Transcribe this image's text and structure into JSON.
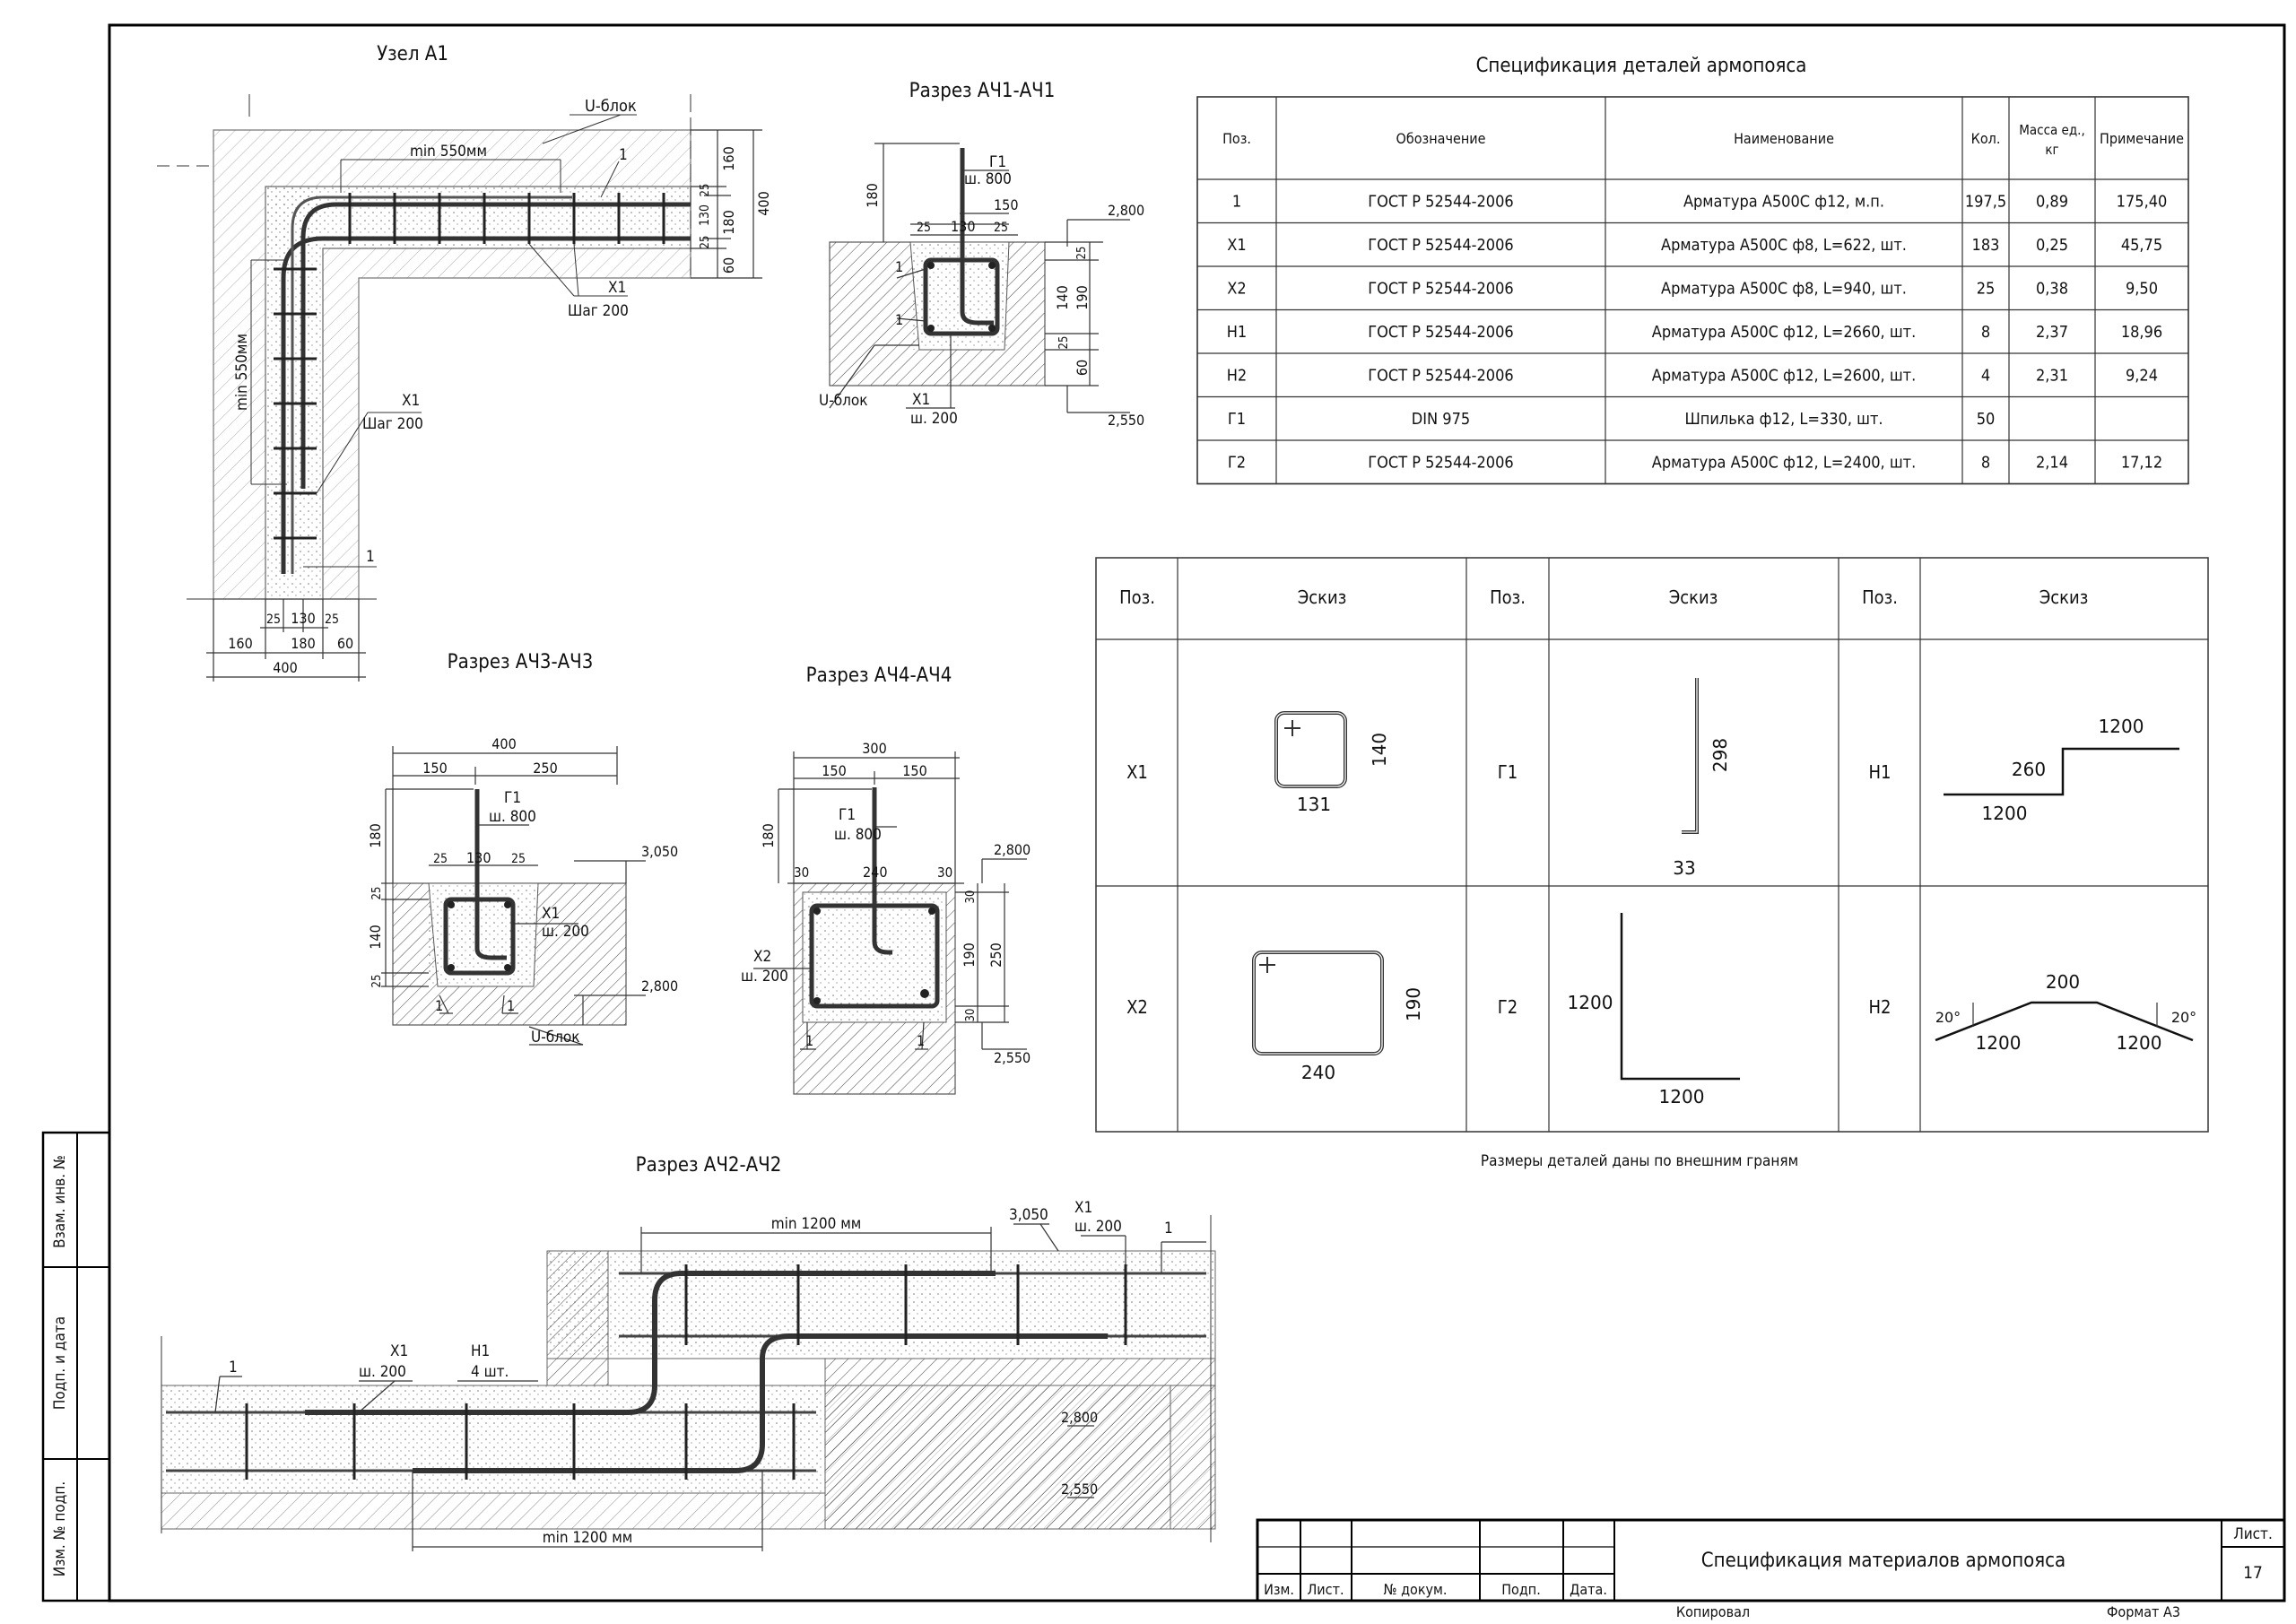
{
  "titles": {
    "uzel": "Узел А1",
    "s1": "Разрез АЧ1-АЧ1",
    "s3": "Разрез АЧ3-АЧ3",
    "s4": "Разрез АЧ4-АЧ4",
    "s2": "Разрез АЧ2-АЧ2",
    "spec": "Спецификация деталей армопояса"
  },
  "uzel": {
    "ublock": "U-блок",
    "min550h": "min 550мм",
    "min550v": "min 550мм",
    "one_a": "1",
    "one_b": "1",
    "x1_a": "Х1",
    "step_a": "Шаг 200",
    "x1_b": "Х1",
    "step_b": "Шаг 200",
    "d160": "160",
    "d400": "400",
    "d130": "130",
    "d180": "180",
    "d60": "60",
    "d25a": "25",
    "d25b": "25",
    "b25a": "25",
    "b130": "130",
    "b25b": "25",
    "b160": "160",
    "b180": "180",
    "b60": "60",
    "b400": "400"
  },
  "s1": {
    "g1": "Г1",
    "g1step": "ш. 800",
    "d180": "180",
    "d150": "150",
    "d25a": "25",
    "d130": "130",
    "d25b": "25",
    "lvl_top": "2,800",
    "lvl_bot": "2,550",
    "v25a": "25",
    "v140": "140",
    "v190": "190",
    "v25b": "25",
    "v60": "60",
    "one_a": "1",
    "one_b": "1",
    "ublock": "U-блок",
    "x1": "Х1",
    "x1step": "ш. 200"
  },
  "s3": {
    "d400": "400",
    "d150": "150",
    "d250": "250",
    "g1": "Г1",
    "g1step": "ш. 800",
    "d180": "180",
    "d25a": "25",
    "d130": "130",
    "d25b": "25",
    "lvl_top": "3,050",
    "lvl_bot": "2,800",
    "v25a": "25",
    "v140": "140",
    "v25b": "25",
    "x1": "Х1",
    "x1step": "ш. 200",
    "one_a": "1",
    "one_b": "1",
    "ublock": "U-блок"
  },
  "s4": {
    "d300": "300",
    "d150a": "150",
    "d150b": "150",
    "g1": "Г1",
    "g1step": "ш. 800",
    "d180": "180",
    "d30a": "30",
    "d240": "240",
    "d30b": "30",
    "lvl_top": "2,800",
    "lvl_bot": "2,550",
    "v30a": "30",
    "v190": "190",
    "v250": "250",
    "v30b": "30",
    "x2": "Х2",
    "x2step": "ш. 200",
    "one_a": "1",
    "one_b": "1"
  },
  "s2": {
    "min1200top": "min 1200 мм",
    "lvl3050": "3,050",
    "x1top": "Х1",
    "x1topstep": "ш. 200",
    "one_top": "1",
    "one_left": "1",
    "x1": "Х1",
    "x1step": "ш. 200",
    "h1": "Н1",
    "h1qty": "4 шт.",
    "lvl2800": "2,800",
    "lvl2550": "2,550",
    "min1200bot": "min 1200 мм"
  },
  "spec_table": {
    "headers": [
      "Поз.",
      "Обозначение",
      "Наименование",
      "Кол.",
      "Масса ед., кг",
      "Примечание"
    ],
    "rows": [
      [
        "1",
        "ГОСТ Р 52544-2006",
        "Арматура А500С ф12, м.п.",
        "197,5",
        "0,89",
        "175,40"
      ],
      [
        "Х1",
        "ГОСТ Р 52544-2006",
        "Арматура А500С ф8, L=622, шт.",
        "183",
        "0,25",
        "45,75"
      ],
      [
        "Х2",
        "ГОСТ Р 52544-2006",
        "Арматура А500С ф8, L=940, шт.",
        "25",
        "0,38",
        "9,50"
      ],
      [
        "Н1",
        "ГОСТ Р 52544-2006",
        "Арматура А500С ф12, L=2660, шт.",
        "8",
        "2,37",
        "18,96"
      ],
      [
        "Н2",
        "ГОСТ Р 52544-2006",
        "Арматура А500С ф12, L=2600, шт.",
        "4",
        "2,31",
        "9,24"
      ],
      [
        "Г1",
        "DIN 975",
        "Шпилька ф12, L=330, шт.",
        "50",
        "",
        ""
      ],
      [
        "Г2",
        "ГОСТ Р 52544-2006",
        "Арматура А500С ф12, L=2400, шт.",
        "8",
        "2,14",
        "17,12"
      ]
    ]
  },
  "sketch_table": {
    "headers": [
      "Поз.",
      "Эскиз",
      "Поз.",
      "Эскиз",
      "Поз.",
      "Эскиз"
    ],
    "positions": [
      "Х1",
      "Г1",
      "Н1",
      "Х2",
      "Г2",
      "Н2"
    ],
    "x1": {
      "w": "131",
      "h": "140"
    },
    "g1": {
      "h": "298",
      "w": "33"
    },
    "h1": {
      "top": "1200",
      "mid": "260",
      "bot": "1200"
    },
    "x2": {
      "w": "240",
      "h": "190"
    },
    "g2": {
      "v": "1200",
      "h": "1200"
    },
    "h2": {
      "top": "200",
      "left": "1200",
      "right": "1200",
      "angle_l": "20°",
      "angle_r": "20°"
    },
    "note": "Размеры деталей даны по внешним граням"
  },
  "stamp": {
    "title": "Спецификация материалов армопояса",
    "sheet_label": "Лист.",
    "sheet_num": "17",
    "cols": [
      "Изм.",
      "Лист.",
      "№ докум.",
      "Подп.",
      "Дата."
    ],
    "copied": "Копировал",
    "format": "Формат А3"
  },
  "side": {
    "a": "Взам. инв. №",
    "b": "Подп. и дата",
    "c": "Изм. № подп."
  }
}
